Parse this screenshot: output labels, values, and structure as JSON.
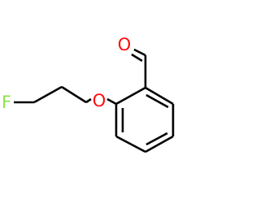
{
  "molecule": {
    "atoms": {
      "fluorine": {
        "symbol": "F",
        "color": "#90e050"
      },
      "ether_oxygen": {
        "symbol": "O",
        "color": "#ff0d0d"
      },
      "carbonyl_oxygen": {
        "symbol": "O",
        "color": "#ff0d0d"
      }
    },
    "bond_color": "#000000"
  }
}
